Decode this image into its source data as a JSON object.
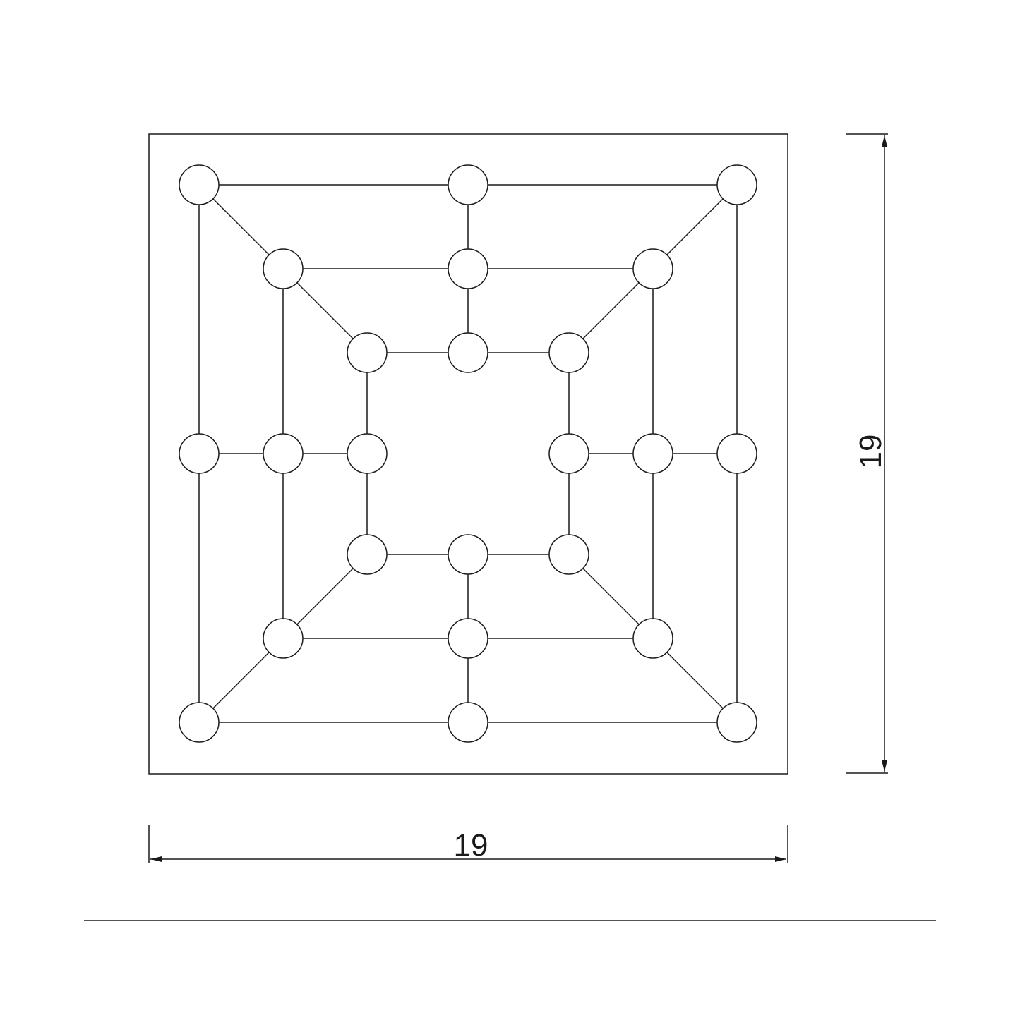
{
  "drawing": {
    "board": {
      "rings": 3,
      "points_per_ring": 8,
      "diagonals": true
    },
    "dimensions": {
      "width_label": "19",
      "height_label": "19"
    },
    "colors": {
      "line": "#1a1a1a",
      "background": "#ffffff",
      "node_fill": "#ffffff"
    }
  }
}
